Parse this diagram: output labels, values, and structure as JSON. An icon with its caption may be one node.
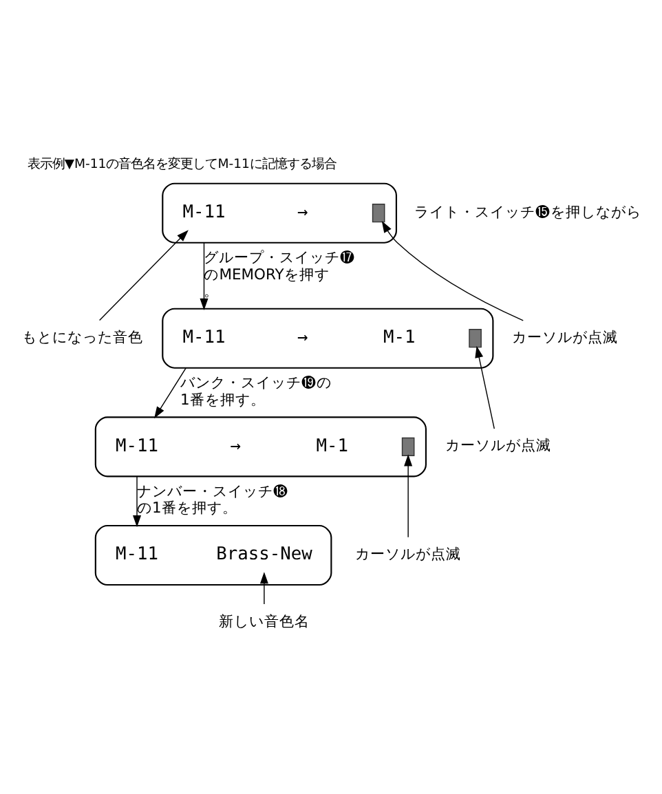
{
  "diagram": {
    "title": "表示例▼M-11の音色名を変更してM-11に記憶する場合",
    "nodes": [
      {
        "text": [],
        "shape": "box"
      },
      {
        "text": [
          "M-11"
        ],
        "in": 0
      },
      {
        "text": [
          "→"
        ],
        "in": 0
      },
      {
        "text": [],
        "shape": "box",
        "in": 0
      },
      {
        "text": [
          "もとになった音色"
        ]
      },
      {
        "text": [
          "カーソルが点滅"
        ]
      },
      {
        "text": [],
        "shape": "box"
      },
      {
        "text": [
          "M-11"
        ],
        "in": 6
      },
      {
        "text": [
          "→"
        ],
        "in": 6
      },
      {
        "text": [
          "M-1"
        ],
        "in": 6
      },
      {
        "text": [],
        "shape": "box",
        "in": 6
      },
      {
        "text": [
          "カーソルが点滅"
        ]
      },
      {
        "text": [],
        "shape": "box"
      },
      {
        "text": [
          "M-11"
        ],
        "in": 12
      },
      {
        "text": [
          "→"
        ],
        "in": 12
      },
      {
        "text": [
          "M-1"
        ],
        "in": 12
      },
      {
        "text": [],
        "shape": "box",
        "in": 12
      },
      {
        "text": [
          "カーソルが点滅"
        ]
      },
      {
        "text": [],
        "shape": "box"
      },
      {
        "text": [
          "M-11"
        ],
        "in": 18
      },
      {
        "text": [
          "Brass-New"
        ],
        "in": 18
      },
      {
        "text": [
          "新しい音色名"
        ]
      }
    ],
    "edges": [
      {
        "from": 4,
        "to": 1,
        "arrow": "to"
      },
      {
        "from": 5,
        "to": 3,
        "arrow": "to"
      },
      {
        "from": 0,
        "to": 6,
        "arrow": "to",
        "label": "グループ・スイッチ⓱のMEMORYを押す。"
      },
      {
        "from": 11,
        "to": 10,
        "arrow": "to"
      },
      {
        "from": 6,
        "to": 12,
        "arrow": "to",
        "label": "バンク・スイッチ⓳の1番を押す。"
      },
      {
        "from": 17,
        "to": 16,
        "arrow": "to"
      },
      {
        "from": 12,
        "to": 18,
        "arrow": "to",
        "label": "ナンバー・スイッチ⓲の1番を押す。"
      },
      {
        "from": 21,
        "to": 20,
        "arrow": "to"
      }
    ],
    "labels": [
      "ライト・スイッチ⓯を押しながら"
    ]
  }
}
